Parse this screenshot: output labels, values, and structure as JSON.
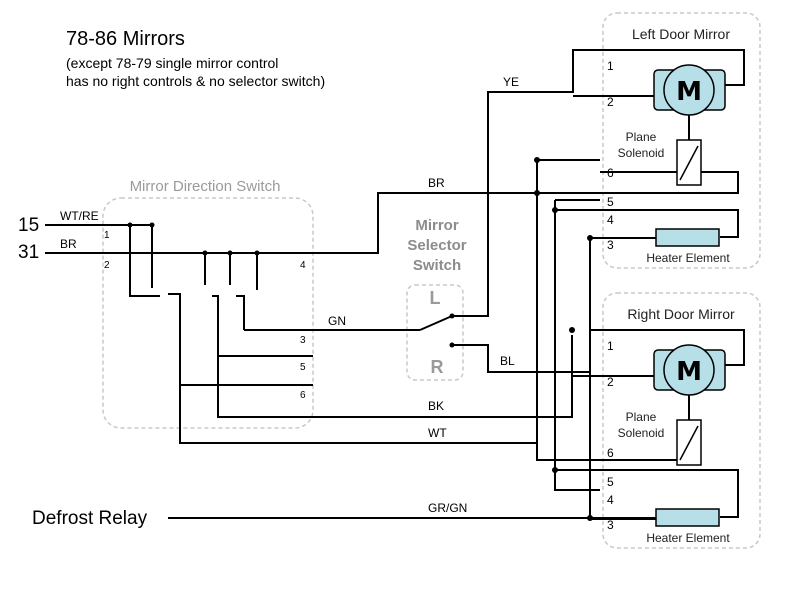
{
  "title": "78-86 Mirrors",
  "subtitle_line1": "(except 78-79 single mirror control",
  "subtitle_line2": "has no right controls & no selector switch)",
  "terminals": {
    "t15": "15",
    "t31": "31",
    "defrost_relay": "Defrost Relay"
  },
  "direction_switch": {
    "title": "Mirror Direction Switch",
    "pins": {
      "p1": "1",
      "p2": "2",
      "p3": "3",
      "p4": "4",
      "p5": "5",
      "p6": "6"
    }
  },
  "selector_switch": {
    "title_line1": "Mirror",
    "title_line2": "Selector",
    "title_line3": "Switch",
    "left": "L",
    "right": "R"
  },
  "wires": {
    "wtre": "WT/RE",
    "br_in": "BR",
    "br_top": "BR",
    "ye": "YE",
    "gn": "GN",
    "bl": "BL",
    "bk": "BK",
    "wt": "WT",
    "grgn": "GR/GN"
  },
  "left_mirror": {
    "title": "Left Door Mirror",
    "motor": "M",
    "solenoid_line1": "Plane",
    "solenoid_line2": "Solenoid",
    "heater": "Heater Element",
    "pins": {
      "p1": "1",
      "p2": "2",
      "p6": "6",
      "p5": "5",
      "p4": "4",
      "p3": "3"
    }
  },
  "right_mirror": {
    "title": "Right Door Mirror",
    "motor": "M",
    "solenoid_line1": "Plane",
    "solenoid_line2": "Solenoid",
    "heater": "Heater Element",
    "pins": {
      "p1": "1",
      "p2": "2",
      "p6": "6",
      "p5": "5",
      "p4": "4",
      "p3": "3"
    }
  },
  "colors": {
    "wire": "#000000",
    "dashed_box": "#c8c8c8",
    "motor_fill": "#b7dfe8",
    "heater_fill": "#b7dfe8"
  }
}
